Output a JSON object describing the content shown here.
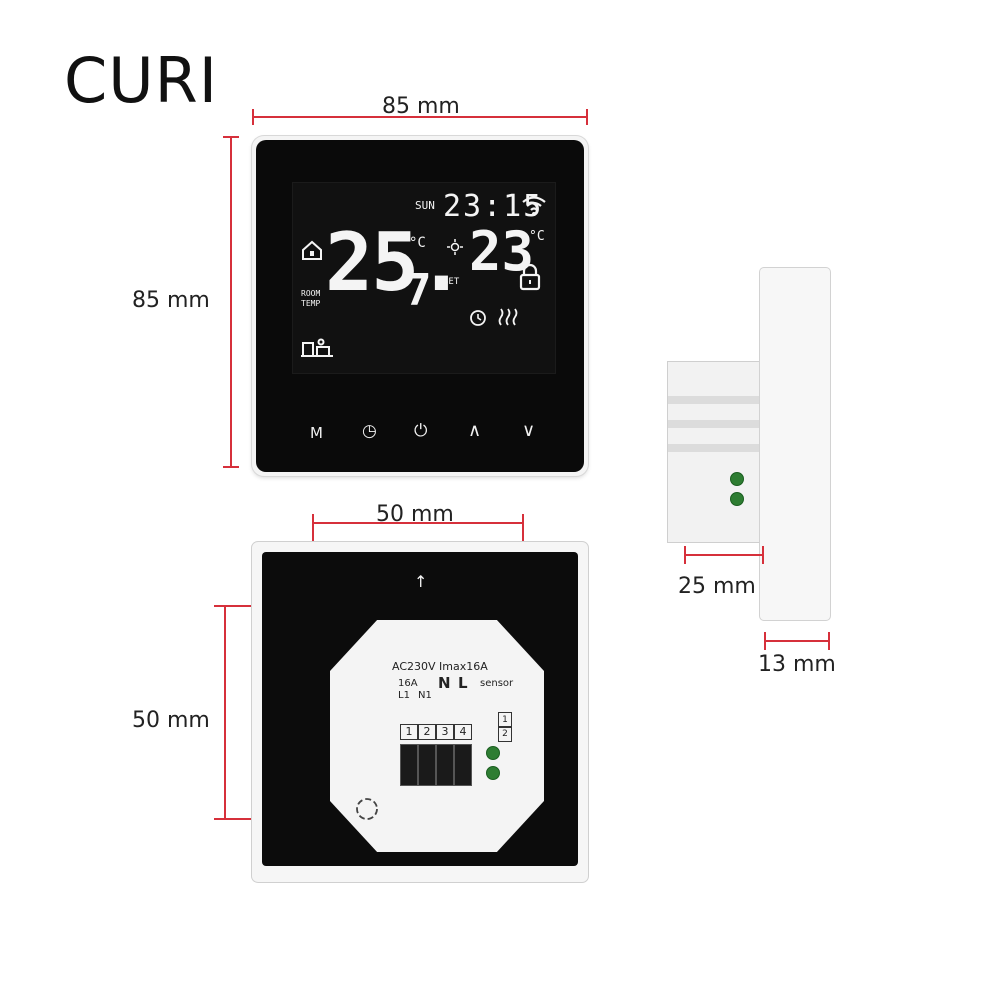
{
  "brand": "CURI",
  "dimensions": {
    "front_width": "85 mm",
    "front_height": "85 mm",
    "back_width": "50 mm",
    "back_height": "50 mm",
    "side_depth": "25 mm",
    "side_thickness": "13 mm"
  },
  "display": {
    "day": "SUN",
    "time": "23:15",
    "room_temp": "25.",
    "room_temp_decimal": "7",
    "room_label_1": "ROOM",
    "room_label_2": "TEMP",
    "set_label": "SET",
    "set_temp": "23",
    "unit": "°C"
  },
  "buttons": {
    "mode": "M",
    "clock": "◷",
    "power": "⏻",
    "up": "∧",
    "down": "∨"
  },
  "back_labels": {
    "rating": "AC230V Imax16A",
    "current": "16A",
    "l1": "L1",
    "n1": "N1",
    "n": "N",
    "l": "L",
    "sensor": "sensor",
    "t1": "1",
    "t2": "2",
    "t3": "3",
    "t4": "4",
    "s1": "1",
    "s2": "2"
  },
  "colors": {
    "dimension_line": "#d6303b",
    "lcd_text": "#f4f4f4",
    "panel_black": "#0a0a0a"
  }
}
